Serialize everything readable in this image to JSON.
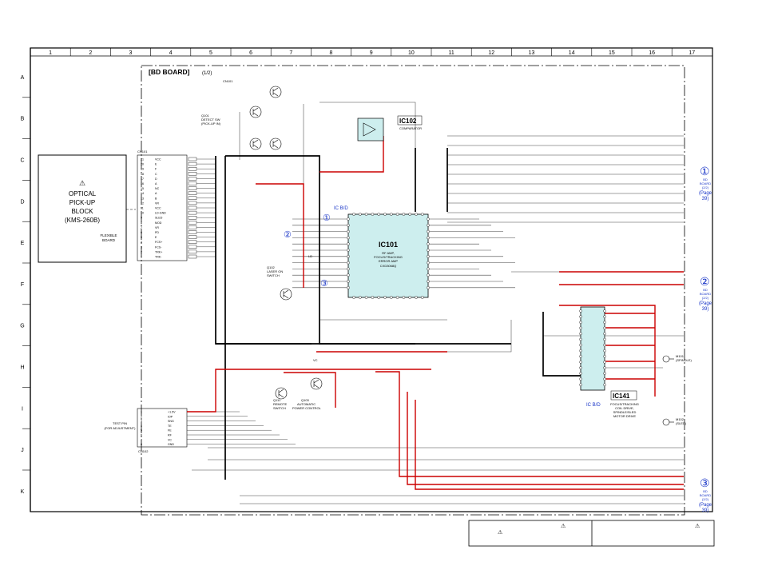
{
  "columns": [
    "1",
    "2",
    "3",
    "4",
    "5",
    "6",
    "7",
    "8",
    "9",
    "10",
    "11",
    "12",
    "13",
    "14",
    "15",
    "16",
    "17"
  ],
  "rows": [
    "A",
    "B",
    "C",
    "D",
    "E",
    "F",
    "G",
    "H",
    "I",
    "J",
    "K"
  ],
  "board_title": "[BD BOARD]",
  "board_title_suffix": "(1/2)",
  "pickup": {
    "warn": "⚠",
    "lines": [
      "OPTICAL",
      "PICK-UP",
      "BLOCK",
      "(KMS-260B)"
    ]
  },
  "flexible_board": [
    "FLEXIBLE",
    "BOARD"
  ],
  "connector_cn101": "CN101",
  "pickup_pins": [
    {
      "num": "21",
      "sig": "VCC"
    },
    {
      "num": "20",
      "sig": "E"
    },
    {
      "num": "19",
      "sig": "F"
    },
    {
      "num": "18",
      "sig": "C"
    },
    {
      "num": "17",
      "sig": "D"
    },
    {
      "num": "16",
      "sig": "A"
    },
    {
      "num": "15",
      "sig": "NC"
    },
    {
      "num": "14",
      "sig": "A"
    },
    {
      "num": "13",
      "sig": "B"
    },
    {
      "num": "12",
      "sig": "VR"
    },
    {
      "num": "11",
      "sig": "VCC"
    },
    {
      "num": "10",
      "sig": "LD-GND"
    },
    {
      "num": "9",
      "sig": "SLED"
    },
    {
      "num": "8",
      "sig": "MOD"
    },
    {
      "num": "7",
      "sig": "VR"
    },
    {
      "num": "6",
      "sig": "PD"
    },
    {
      "num": "5",
      "sig": "E"
    },
    {
      "num": "4",
      "sig": "FCS+"
    },
    {
      "num": "3",
      "sig": "FCS-"
    },
    {
      "num": "2",
      "sig": "TRK+"
    },
    {
      "num": "1",
      "sig": "TRK-"
    }
  ],
  "test_pin_label": [
    "TEST PIN",
    "(FOR ADJUSTMENT)"
  ],
  "test_connector": "CN102",
  "test_pins": [
    {
      "num": "1",
      "sig": "+1.5V"
    },
    {
      "num": "2",
      "sig": "IOP"
    },
    {
      "num": "3",
      "sig": "SNG"
    },
    {
      "num": "4",
      "sig": "TE"
    },
    {
      "num": "5",
      "sig": "FE"
    },
    {
      "num": "6",
      "sig": "RF"
    },
    {
      "num": "7",
      "sig": "VC"
    },
    {
      "num": "8",
      "sig": "GND"
    }
  ],
  "ic101": {
    "name": "IC101",
    "desc": [
      "RF AMP,",
      "FOCUS/TRACKING",
      "ERROR AMP"
    ],
    "part": "CXD3068Q",
    "tag": "IC B/D"
  },
  "ic102": {
    "name": "IC102",
    "desc": "COMPARATOR"
  },
  "ic141": {
    "name": "IC141",
    "desc": [
      "FOCUS/TRACKING",
      "COIL DRIVE,",
      "SPINDLE/SLED",
      "MOTOR DRIVE"
    ],
    "tag": "IC B/D"
  },
  "q_labels": [
    {
      "ref": "Q101",
      "desc": [
        "DETECT SW",
        "(PICK-UP IN)"
      ]
    },
    {
      "ref": "Q102",
      "desc": [
        "LASER ON",
        "SWITCH"
      ]
    },
    {
      "ref": "Q103",
      "desc": [
        "AUTOMATIC",
        "POWER CONTROL"
      ]
    },
    {
      "ref": "Q111",
      "desc": [
        "REMOTE",
        "SWITCH"
      ]
    }
  ],
  "misc_labels": [
    "CN101",
    "LD",
    "VC",
    "M101",
    "(SPINDLE)",
    "M102",
    "(SLED)"
  ],
  "markers_left": [
    "①",
    "②",
    "③"
  ],
  "right_refs": [
    {
      "num": "①",
      "lines": [
        "BD",
        "BOARD",
        "(2/2)",
        "(Page",
        "39)"
      ]
    },
    {
      "num": "②",
      "lines": [
        "BD",
        "BOARD",
        "(2/2)",
        "(Page",
        "39)"
      ]
    },
    {
      "num": "③",
      "lines": [
        "BD",
        "BOARD",
        "(2/2)",
        "(Page",
        "39)"
      ]
    }
  ],
  "note_boxes": [
    {
      "warn": "⚠"
    },
    {
      "warn": "⚠"
    }
  ],
  "colors": {
    "red_trace": "#cc0000",
    "ic_fill": "#cdeeee",
    "blue_tag": "#1a36c8"
  }
}
